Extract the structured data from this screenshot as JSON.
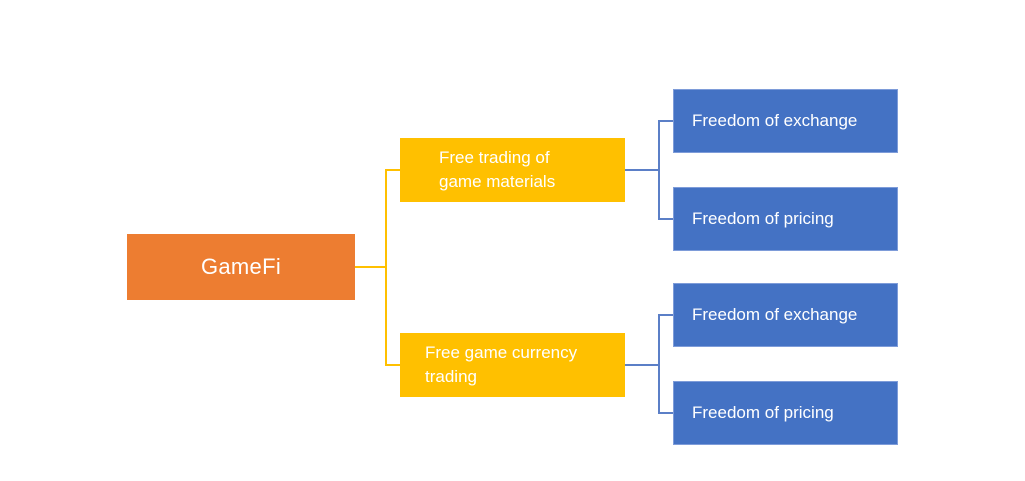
{
  "diagram": {
    "type": "hierarchy",
    "background": "#FFFFFF",
    "text_color": "#FFFFFF",
    "root": {
      "label": "GameFi",
      "color": "#ED7D31"
    },
    "branches": [
      {
        "label": "Free trading of game materials",
        "color": "#FFC000",
        "children": [
          {
            "label": "Freedom of exchange",
            "color": "#4472C4"
          },
          {
            "label": "Freedom of pricing",
            "color": "#4472C4"
          }
        ]
      },
      {
        "label": "Free game currency trading",
        "color": "#FFC000",
        "children": [
          {
            "label": "Freedom of exchange",
            "color": "#4472C4"
          },
          {
            "label": "Freedom of pricing",
            "color": "#4472C4"
          }
        ]
      }
    ],
    "connectors": {
      "root_to_branch_color": "#FFC000",
      "branch_to_leaf_color": "#5B7FC7"
    }
  }
}
